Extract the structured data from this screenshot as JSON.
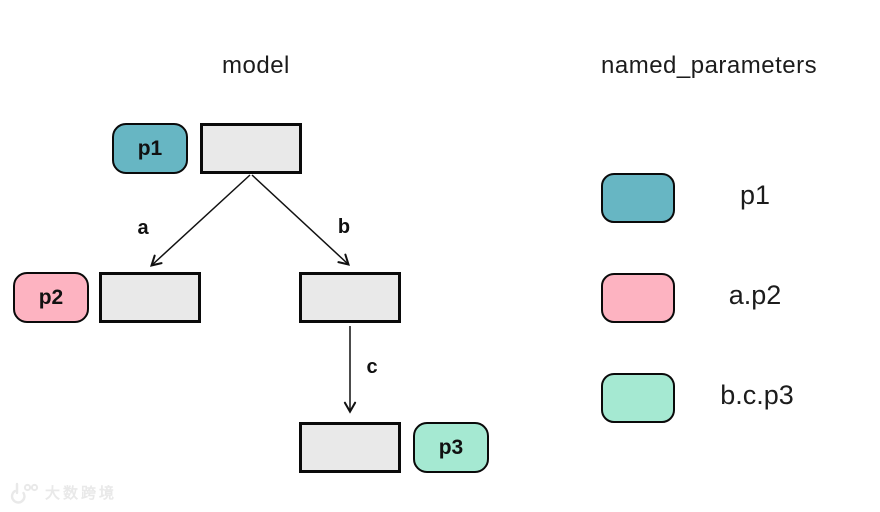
{
  "titles": {
    "model": "model",
    "named_parameters": "named_parameters"
  },
  "palette": {
    "param_p1": "#67b6c3",
    "param_p2": "#fdb3c1",
    "param_p3": "#a5e9d2",
    "module_fill": "#e9e9e9",
    "module_border": "#0a0a0a",
    "edge_line": "#111111",
    "text": "#1c1c1c",
    "watermark": "#e9e9e9"
  },
  "tree": {
    "edges": [
      {
        "label": "a"
      },
      {
        "label": "b"
      },
      {
        "label": "c"
      }
    ],
    "params": [
      {
        "label": "p1",
        "color": "#67b6c3"
      },
      {
        "label": "p2",
        "color": "#fdb3c1"
      },
      {
        "label": "p3",
        "color": "#a5e9d2"
      }
    ]
  },
  "legend": {
    "items": [
      {
        "label": "p1",
        "color": "#67b6c3"
      },
      {
        "label": "a.p2",
        "color": "#fdb3c1"
      },
      {
        "label": "b.c.p3",
        "color": "#a5e9d2"
      }
    ]
  },
  "watermark": {
    "text": "大数跨境"
  }
}
